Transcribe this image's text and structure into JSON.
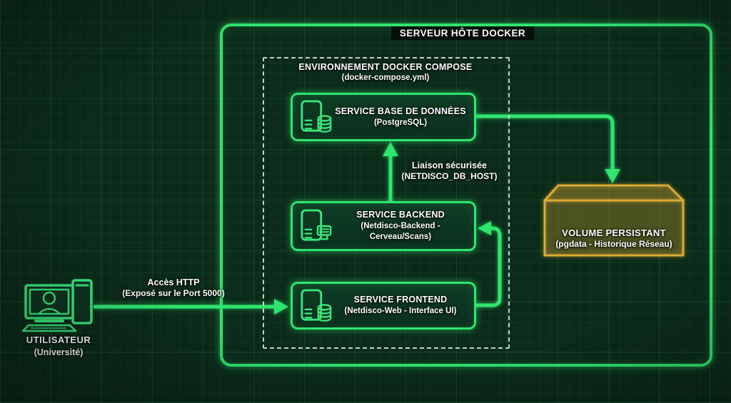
{
  "host": {
    "title": "SERVEUR HÔTE DOCKER"
  },
  "compose": {
    "title": "ENVIRONNEMENT DOCKER COMPOSE",
    "subtitle": "(docker-compose.yml)"
  },
  "services": {
    "database": {
      "title": "SERVICE BASE DE DONNÉES",
      "subtitle": "(PostgreSQL)",
      "icon": "database-server-icon"
    },
    "backend": {
      "title": "SERVICE BACKEND",
      "subtitle": "(Netdisco-Backend - Cerveau/Scans)",
      "icon": "backend-server-icon"
    },
    "frontend": {
      "title": "SERVICE FRONTEND",
      "subtitle": "(Netdisco-Web - Interface UI)",
      "icon": "frontend-server-icon"
    }
  },
  "volume": {
    "title": "VOLUME PERSISTANT",
    "subtitle": "(pgdata - Historique Réseau)"
  },
  "user": {
    "title": "UTILISATEUR",
    "subtitle": "(Université)"
  },
  "edges": {
    "http": {
      "line1": "Accès HTTP",
      "line2": "(Exposé sur le Port 5000)"
    },
    "secure": {
      "line1": "Liaison sécurisée",
      "line2": "(NETDISCO_DB_HOST)"
    }
  },
  "colors": {
    "accent_green": "#2ee56e",
    "icon_green": "#3ae57c",
    "volume_orange": "#dcaa35",
    "background": "#0b2b1a",
    "text": "#ffffff"
  }
}
